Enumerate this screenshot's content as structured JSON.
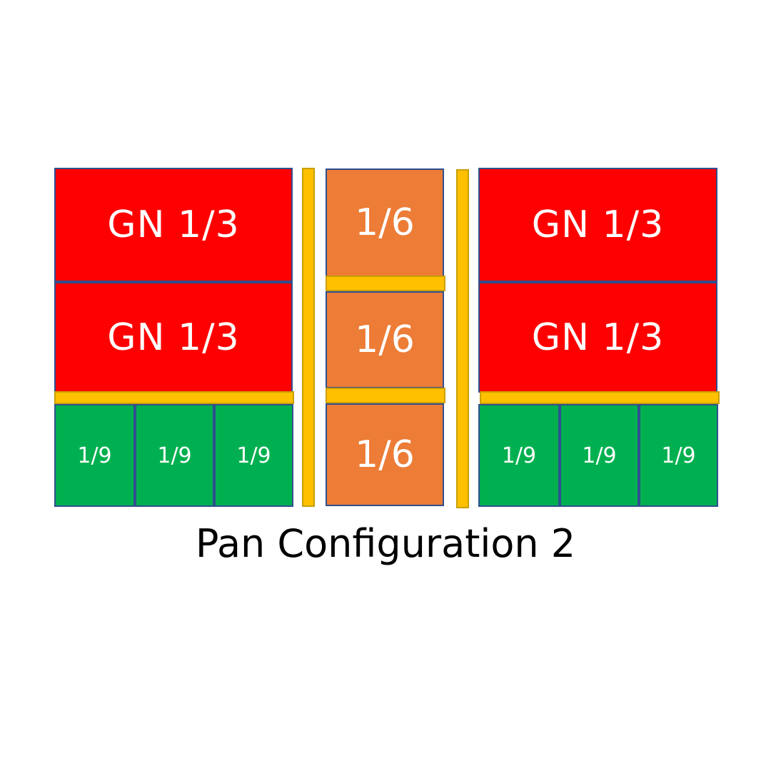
{
  "title": "Pan Configuration 2",
  "colors": {
    "gn": "#ff0000",
    "sixth": "#ec7c36",
    "ninth": "#00b050",
    "divider_bar": "#ffc000",
    "pan_border": "#2f4f8f"
  },
  "left_group": {
    "gn_pans": [
      "GN 1/3",
      "GN 1/3"
    ],
    "ninth_pans": [
      "1/9",
      "1/9",
      "1/9"
    ]
  },
  "center_group": {
    "sixth_pans": [
      "1/6",
      "1/6",
      "1/6"
    ]
  },
  "right_group": {
    "gn_pans": [
      "GN 1/3",
      "GN 1/3"
    ],
    "ninth_pans": [
      "1/9",
      "1/9",
      "1/9"
    ]
  }
}
